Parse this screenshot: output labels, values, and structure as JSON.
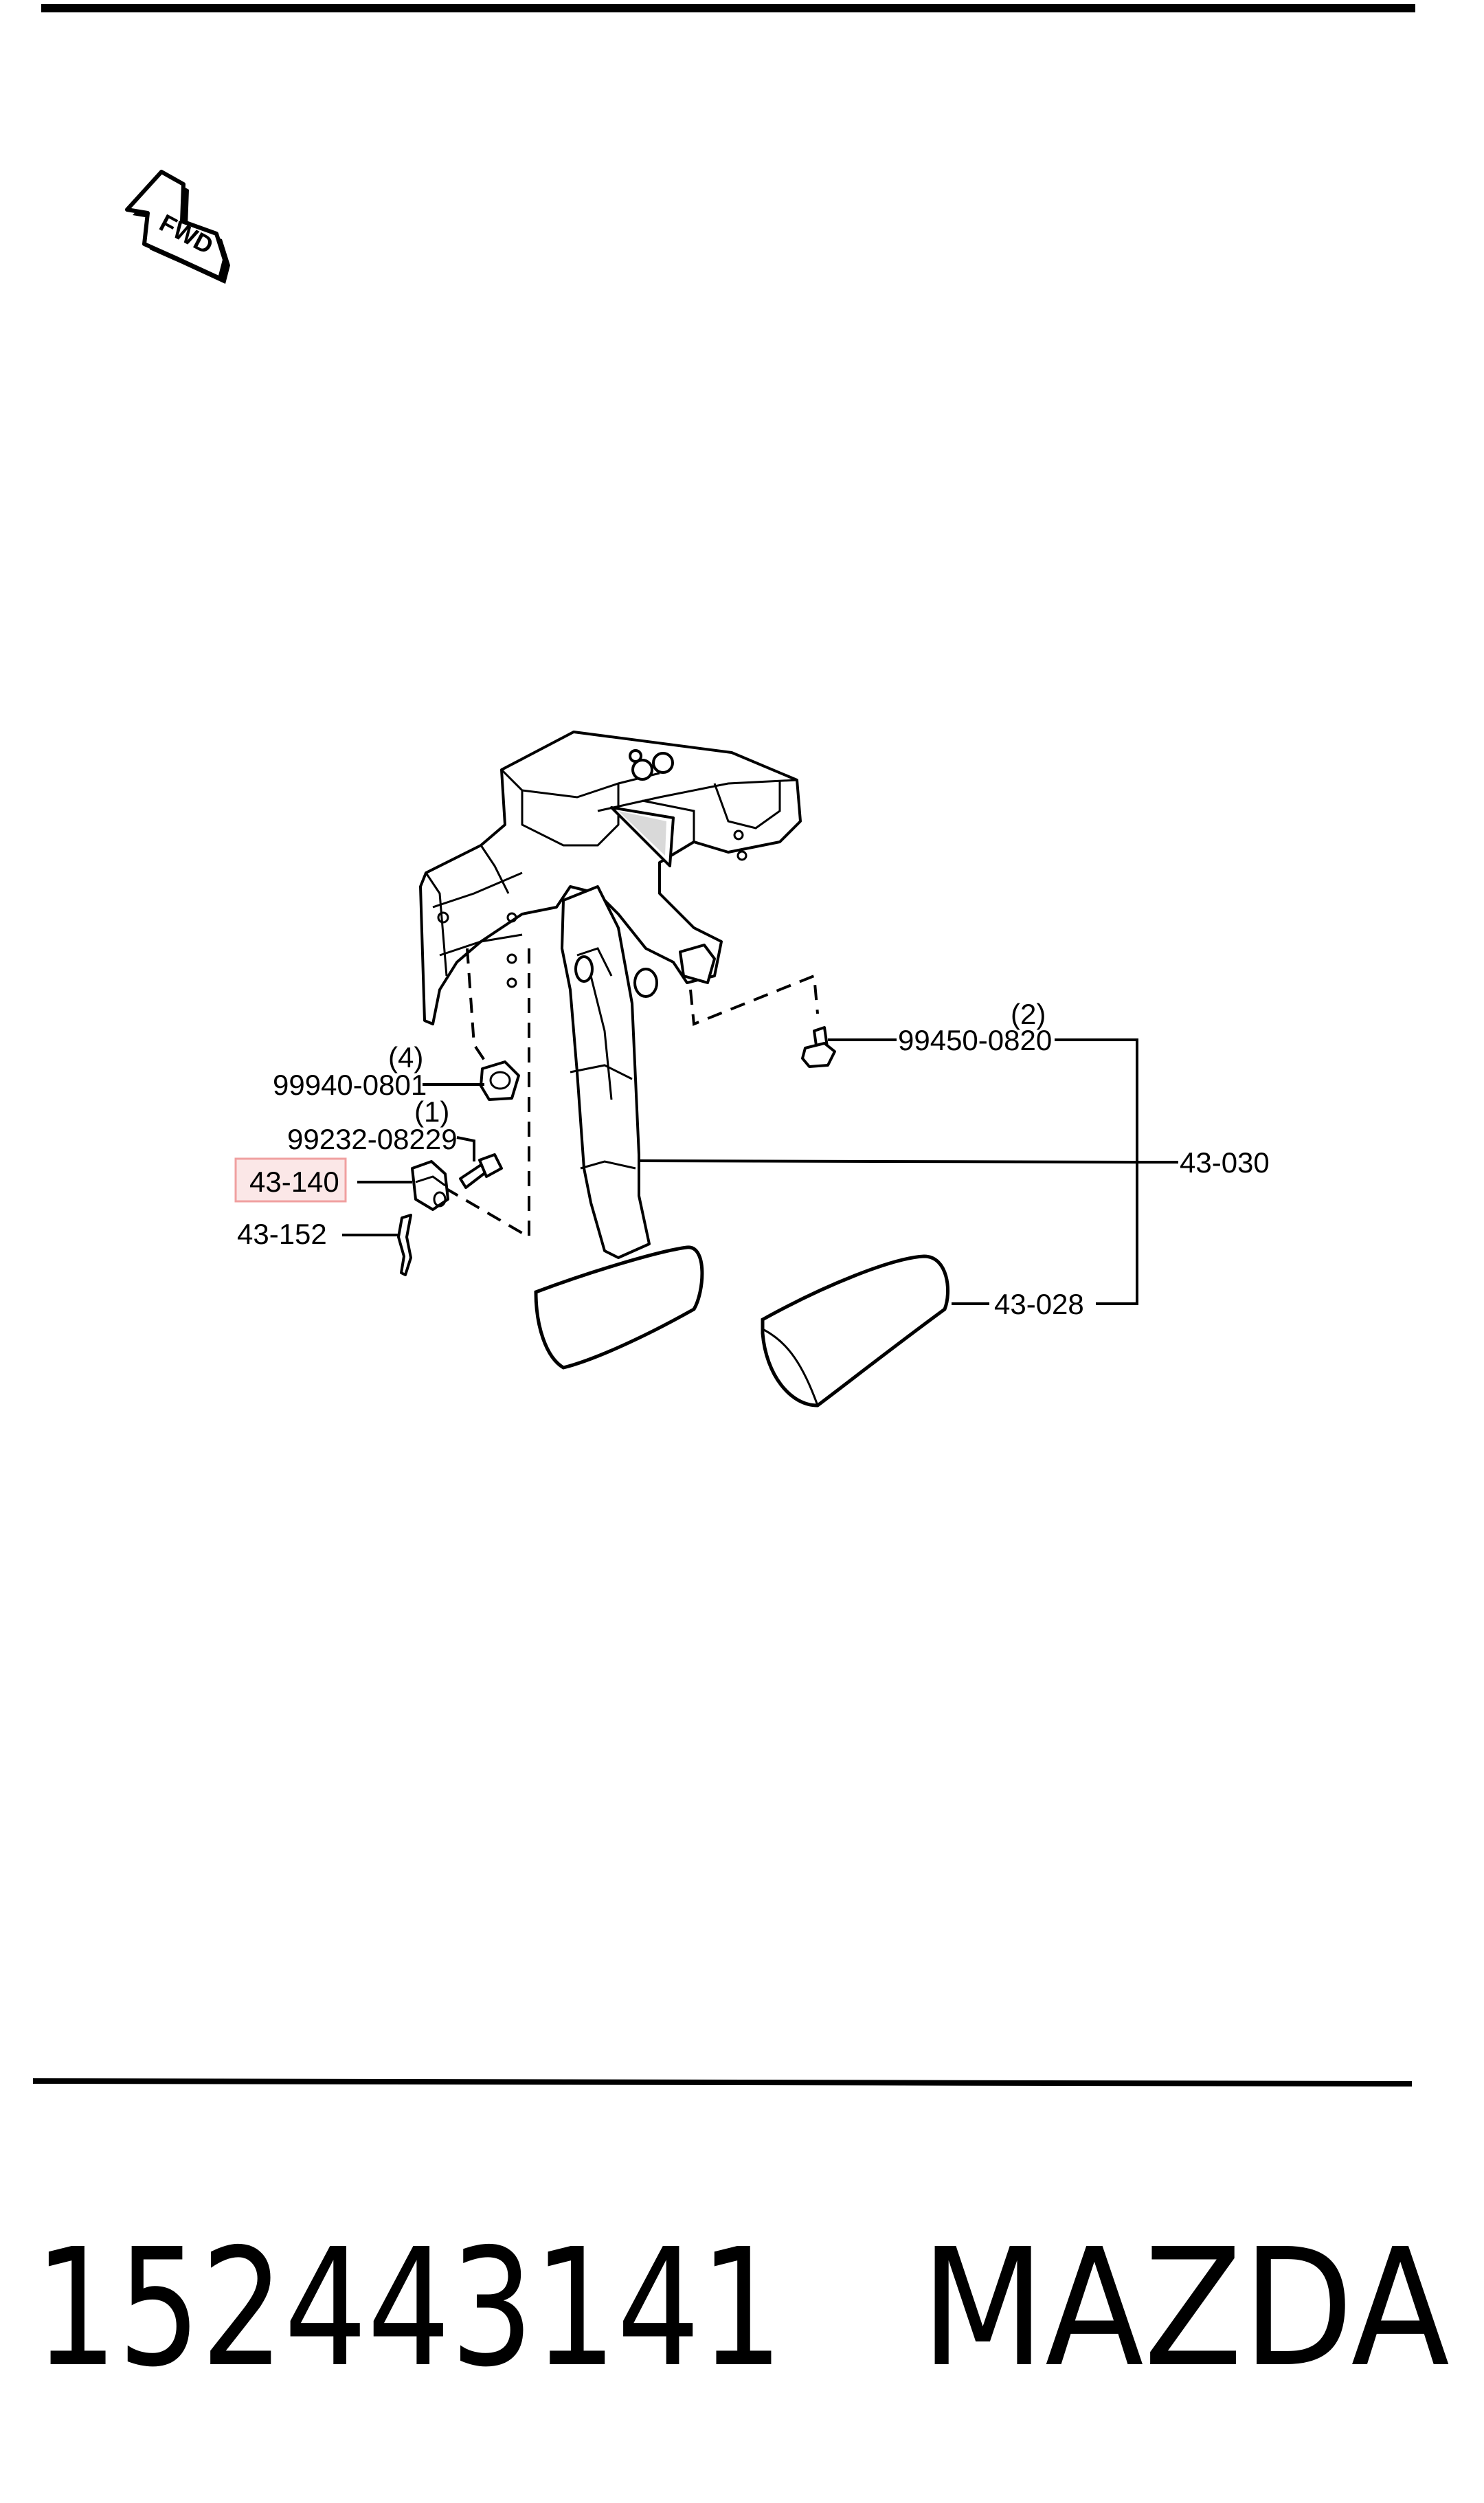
{
  "fwd_label": "FWD",
  "callouts": {
    "qty_4": "(4)",
    "p99940": "99940-0801",
    "qty_1": "(1)",
    "p99232": "99232-08229",
    "p43140": "43-140",
    "p43152": "43-152",
    "qty_2": "(2)",
    "p99450": "99450-0820",
    "p43030": "43-030",
    "p43028": "43-028"
  },
  "highlight_color": "#f0a0a0",
  "footer": {
    "part_number": "152443141",
    "brand": "MAZDA"
  }
}
